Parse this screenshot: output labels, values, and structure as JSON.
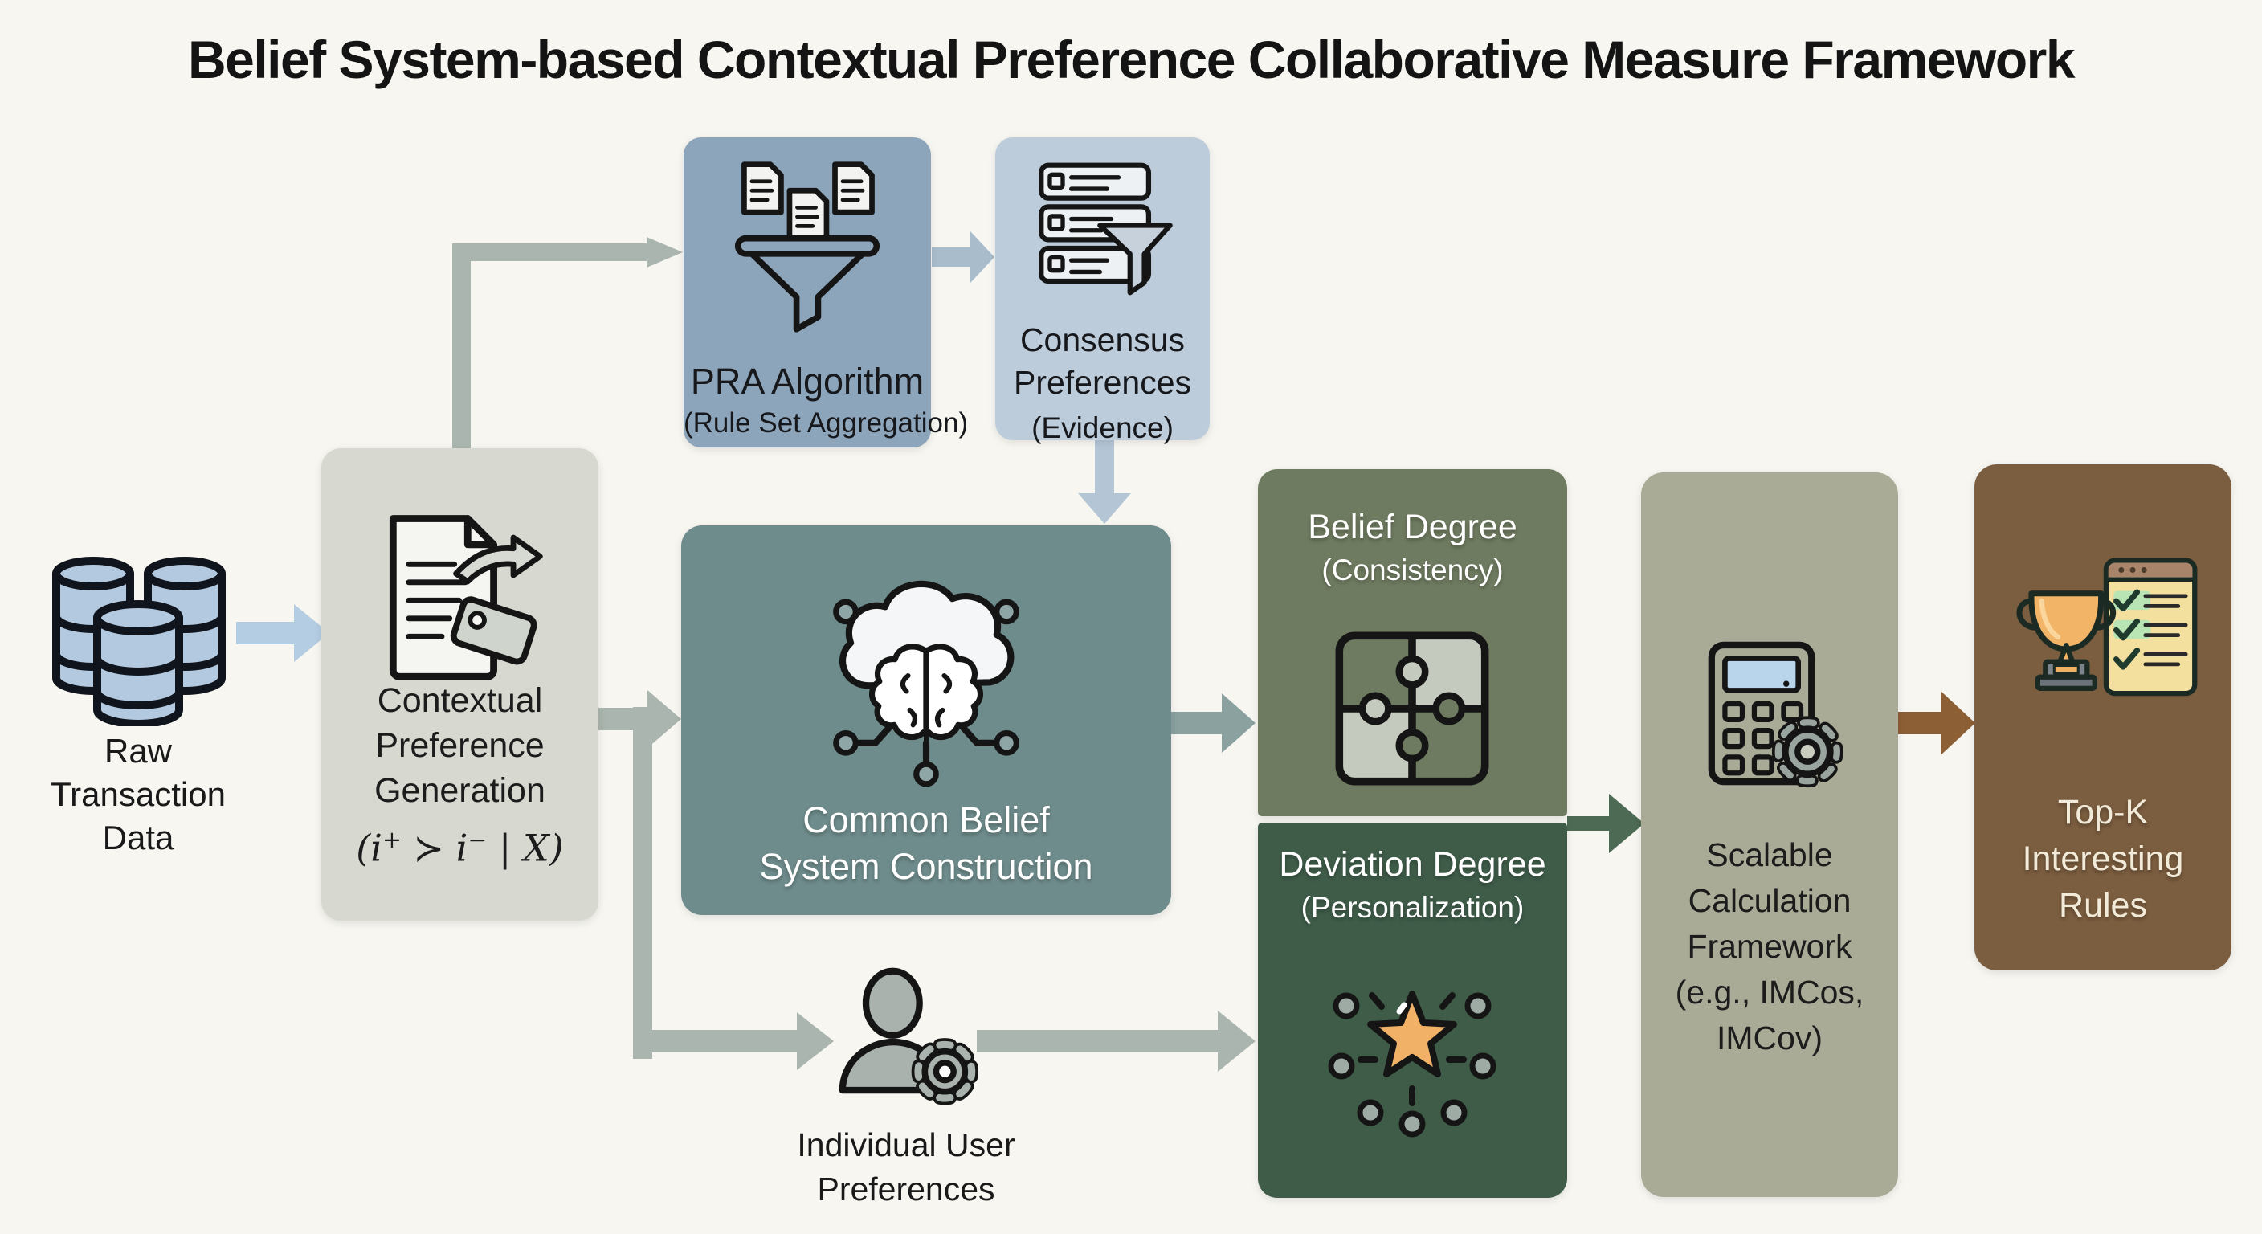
{
  "title": "Belief System-based Contextual Preference Collaborative Measure Framework",
  "nodes": {
    "raw": {
      "lines": [
        "Raw",
        "Transaction",
        "Data"
      ],
      "icon": "database-icon"
    },
    "contextual": {
      "lines": [
        "Contextual",
        "Preference",
        "Generation"
      ],
      "formula": {
        "p1": "(i",
        "sup1": "+",
        "p2": " ≻ i",
        "sup2": "−",
        "p3": " | X)"
      },
      "icon": "document-tag-icon"
    },
    "pra": {
      "title": "PRA Algorithm",
      "subtitle": "(Rule Set Aggregation)",
      "icon": "documents-funnel-icon"
    },
    "consensus": {
      "line1": "Consensus",
      "line2": "Preferences",
      "subtitle": "(Evidence)",
      "icon": "server-filter-icon"
    },
    "common": {
      "line1": "Common Belief",
      "line2": "System Construction",
      "icon": "cloud-brain-network-icon"
    },
    "belief": {
      "title": "Belief Degree",
      "subtitle": "(Consistency)",
      "icon": "puzzle-pieces-icon"
    },
    "deviation": {
      "title": "Deviation Degree",
      "subtitle": "(Personalization)",
      "icon": "star-highlight-icon"
    },
    "individual": {
      "line1": "Individual User",
      "line2": "Preferences",
      "icon": "user-gear-icon"
    },
    "scalable": {
      "lines": [
        "Scalable",
        "Calculation",
        "Framework",
        "(e.g., IMCos,",
        "IMCov)"
      ],
      "icon": "calculator-gear-icon"
    },
    "topk": {
      "lines": [
        "Top-K",
        "Interesting",
        "Rules"
      ],
      "icon": "trophy-checklist-icon"
    }
  },
  "colors": {
    "background": "#f7f6f1",
    "box_contextual": "#d7d9d1",
    "box_pra": "#8da5bb",
    "box_consensus": "#bdccdb",
    "box_common": "#6f8c8c",
    "box_belief": "#6f7b60",
    "box_deviation": "#3f5c49",
    "box_scalable": "#a9ab96",
    "box_topk": "#7b5d3f",
    "arrow_lightblue": "#b5cde2",
    "arrow_gray": "#a9b5ae",
    "arrow_bluegray": "#a9bccb",
    "arrow_consensus_down": "#b4c5d5",
    "arrow_teal": "#8aa1a0",
    "arrow_darkgreen": "#4d6a54",
    "arrow_brown": "#8d5f35",
    "star": "#f1b167",
    "trophy": "#f2b467"
  }
}
